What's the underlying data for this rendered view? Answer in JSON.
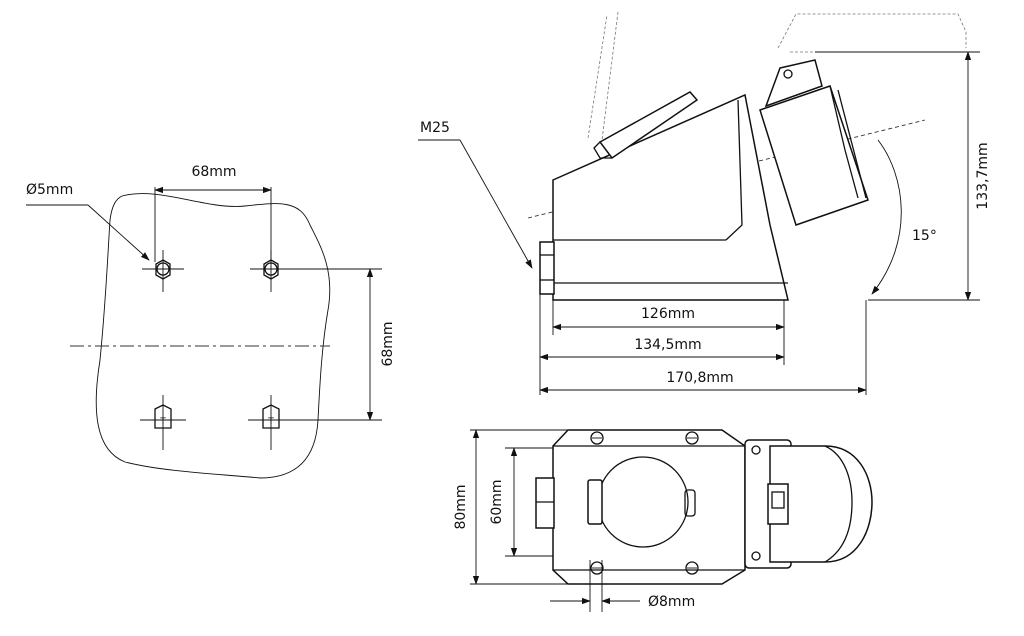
{
  "diagram": {
    "labels": {
      "hole_diameter": "Ø5mm",
      "hole_spacing_h": "68mm",
      "hole_spacing_v": "68mm",
      "cable_gland": "M25",
      "depth_126": "126mm",
      "depth_134": "134,5mm",
      "depth_170": "170,8mm",
      "height_133": "133,7mm",
      "angle": "15°",
      "width_80": "80mm",
      "width_60": "60mm",
      "slot_8": "Ø8mm"
    }
  }
}
